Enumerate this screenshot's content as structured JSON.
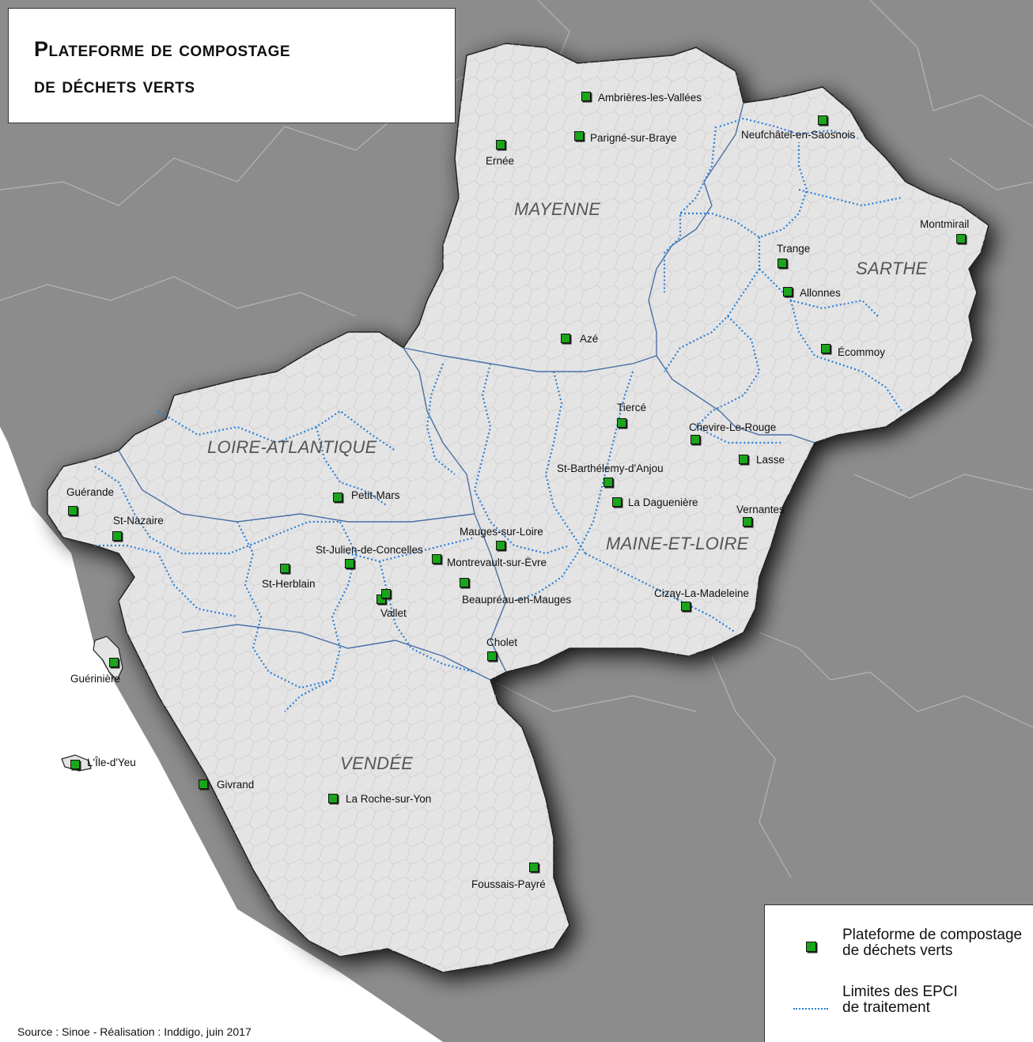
{
  "title": {
    "line1": "Plateforme de compostage",
    "line2": "de déchets verts"
  },
  "departments": [
    {
      "name": "MAYENNE"
    },
    {
      "name": "SARTHE"
    },
    {
      "name": "LOIRE-ATLANTIQUE"
    },
    {
      "name": "MAINE-ET-LOIRE"
    },
    {
      "name": "VENDÉE"
    }
  ],
  "sites": [
    {
      "name": "Ambrières-les-Vallées"
    },
    {
      "name": "Parigné-sur-Braye"
    },
    {
      "name": "Ernée"
    },
    {
      "name": "Neufchâtel-en-Saosnois"
    },
    {
      "name": "Montmirail"
    },
    {
      "name": "Trange"
    },
    {
      "name": "Allonnes"
    },
    {
      "name": "Écommoy"
    },
    {
      "name": "Azé"
    },
    {
      "name": "Tiercé"
    },
    {
      "name": "Chevire-Le-Rouge"
    },
    {
      "name": "Lasse"
    },
    {
      "name": "St-Barthélemy-d'Anjou"
    },
    {
      "name": "La Daguenière"
    },
    {
      "name": "Vernantes"
    },
    {
      "name": "Guérande"
    },
    {
      "name": "St-Nazaire"
    },
    {
      "name": "Petit-Mars"
    },
    {
      "name": "Mauges-sur-Loire"
    },
    {
      "name": "St-Julien-de-Concelles"
    },
    {
      "name": "Montrevault-sur-Èvre"
    },
    {
      "name": "St-Herblain"
    },
    {
      "name": "Vallet"
    },
    {
      "name": "Beaupréau-en-Mauges"
    },
    {
      "name": "Cizay-La-Madeleine"
    },
    {
      "name": "Cholet"
    },
    {
      "name": "Guérinière"
    },
    {
      "name": "L'Île-d'Yeu"
    },
    {
      "name": "Givrand"
    },
    {
      "name": "La Roche-sur-Yon"
    },
    {
      "name": "Foussais-Payré"
    }
  ],
  "legend": {
    "item1_line1": "Plateforme de compostage",
    "item1_line2": "de déchets verts",
    "item2_line1": "Limites des EPCI",
    "item2_line2": "de traitement"
  },
  "source": "Source : Sinoe - Réalisation : Inddigo, juin 2017",
  "colors": {
    "sea": "#ffffff",
    "outside_land": "#8c8c8c",
    "region_fill": "#e4e4e4",
    "marker": "#1aa51a",
    "epci_line": "#2a7fd6",
    "dept_border": "#4a6fa5"
  }
}
